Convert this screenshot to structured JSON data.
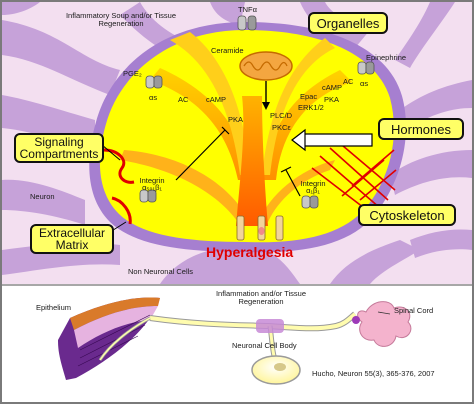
{
  "title": "Hyperalgesia",
  "boxes": {
    "organelles": "Organelles",
    "signaling": "Signaling Compartments",
    "hormones": "Hormones",
    "extracellular": "Extracellular Matrix",
    "cytoskeleton": "Cytoskeleton"
  },
  "labels": {
    "soup": "Inflammatory Soup and/or Tissue Regeneration",
    "tnf": "TNFα",
    "pge2": "PGE₂",
    "epinephrine": "Epinephrine",
    "ceramide": "Ceramide",
    "alpha_s_left": "αs",
    "ac_left": "AC",
    "camp_left": "cAMP",
    "pka_left": "PKA",
    "camp_right": "cAMP",
    "ac_right": "AC",
    "alpha_s_right": "αs",
    "epac": "Epac",
    "pka_right": "PKA",
    "erk": "ERK1/2",
    "plc": "PLC/D",
    "pkce": "PKCε",
    "integrin_left": "Integrin",
    "integrin_left_sub": "α₅₀₁β₁",
    "integrin_right": "Integrin",
    "integrin_right_sub": "α₁β₁",
    "neuron": "Neuron",
    "non_neuronal": "Non Neuronal Cells",
    "epithelium": "Epithelium",
    "inflam_lower": "Inflammation and/or Tissue Regeneration",
    "spinal_cord": "Spinal Cord",
    "cell_body": "Neuronal Cell Body",
    "citation": "Hucho, Neuron 55(3), 365-376, 2007"
  },
  "colors": {
    "cell_fill": "#ffff00",
    "background_cells": "#c9a8dc",
    "membrane": "#9f6fc8",
    "signal_orange": "#ff9900",
    "signal_dark": "#ff6600",
    "title_red": "#e00000",
    "box_fill": "#ffff66",
    "nerve_yellow": "#fffcae",
    "spinal_pink": "#f5b5d0"
  }
}
